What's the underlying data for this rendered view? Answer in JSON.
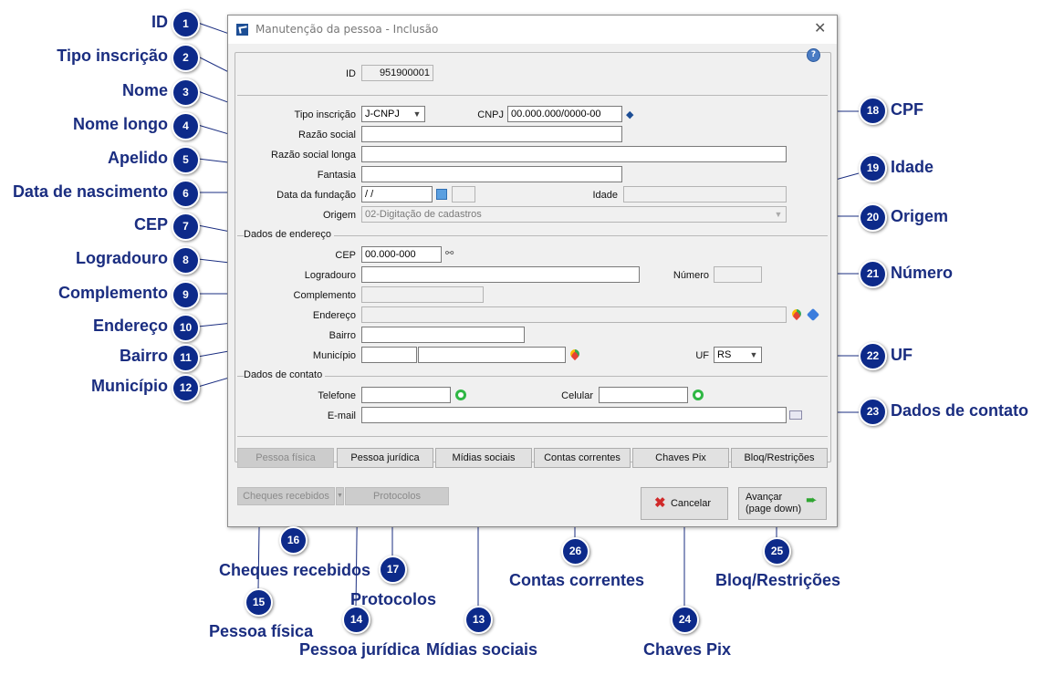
{
  "window": {
    "title": "Manutenção da pessoa - Inclusão",
    "close": "✕",
    "help": "?"
  },
  "form": {
    "id": {
      "label": "ID",
      "value": "951900001"
    },
    "tipo": {
      "label": "Tipo inscrição",
      "value": "J-CNPJ"
    },
    "cnpj": {
      "label": "CNPJ",
      "value": "00.000.000/0000-00"
    },
    "razao": {
      "label": "Razão social",
      "value": ""
    },
    "razao_longa": {
      "label": "Razão social longa",
      "value": ""
    },
    "fantasia": {
      "label": "Fantasia",
      "value": ""
    },
    "data_fundacao": {
      "label": "Data da fundação",
      "value": " / /"
    },
    "idade": {
      "label": "Idade",
      "value": ""
    },
    "origem": {
      "label": "Origem",
      "value": "02-Digitação de cadastros"
    },
    "group_endereco": "Dados de endereço",
    "cep": {
      "label": "CEP",
      "value": "00.000-000"
    },
    "logradouro": {
      "label": "Logradouro",
      "value": ""
    },
    "numero": {
      "label": "Número",
      "value": ""
    },
    "complemento": {
      "label": "Complemento",
      "value": ""
    },
    "endereco": {
      "label": "Endereço",
      "value": ""
    },
    "bairro": {
      "label": "Bairro",
      "value": ""
    },
    "municipio": {
      "label": "Município",
      "value": ""
    },
    "uf": {
      "label": "UF",
      "value": "RS"
    },
    "group_contato": "Dados de contato",
    "telefone": {
      "label": "Telefone",
      "value": ""
    },
    "celular": {
      "label": "Celular",
      "value": ""
    },
    "email": {
      "label": "E-mail",
      "value": ""
    }
  },
  "tabs": [
    "Pessoa física",
    "Pessoa jurídica",
    "Mídias sociais",
    "Contas correntes",
    "Chaves Pix",
    "Bloq/Restrições"
  ],
  "bottom": {
    "cheques": "Cheques recebidos",
    "protocolos": "Protocolos",
    "cancelar": "Cancelar",
    "avancar_1": "Avançar",
    "avancar_2": "(page down)"
  },
  "annotations": {
    "a1": {
      "n": "1",
      "text": "ID"
    },
    "a2": {
      "n": "2",
      "text": "Tipo inscrição"
    },
    "a3": {
      "n": "3",
      "text": "Nome"
    },
    "a4": {
      "n": "4",
      "text": "Nome longo"
    },
    "a5": {
      "n": "5",
      "text": "Apelido"
    },
    "a6": {
      "n": "6",
      "text": "Data de nascimento"
    },
    "a7": {
      "n": "7",
      "text": "CEP"
    },
    "a8": {
      "n": "8",
      "text": "Logradouro"
    },
    "a9": {
      "n": "9",
      "text": "Complemento"
    },
    "a10": {
      "n": "10",
      "text": "Endereço"
    },
    "a11": {
      "n": "11",
      "text": "Bairro"
    },
    "a12": {
      "n": "12",
      "text": "Município"
    },
    "a13": {
      "n": "13",
      "text": "Mídias sociais"
    },
    "a14": {
      "n": "14",
      "text": "Pessoa jurídica"
    },
    "a15": {
      "n": "15",
      "text": "Pessoa física"
    },
    "a16": {
      "n": "16",
      "text": "Cheques recebidos"
    },
    "a17": {
      "n": "17",
      "text": "Protocolos"
    },
    "a18": {
      "n": "18",
      "text": "CPF"
    },
    "a19": {
      "n": "19",
      "text": "Idade"
    },
    "a20": {
      "n": "20",
      "text": "Origem"
    },
    "a21": {
      "n": "21",
      "text": "Número"
    },
    "a22": {
      "n": "22",
      "text": "UF"
    },
    "a23": {
      "n": "23",
      "text": "Dados de contato"
    },
    "a24": {
      "n": "24",
      "text": "Chaves Pix"
    },
    "a25": {
      "n": "25",
      "text": "Bloq/Restrições"
    },
    "a26": {
      "n": "26",
      "text": "Contas correntes"
    }
  },
  "colors": {
    "annotation": "#1a2d80",
    "badge": "#0d2a8a",
    "window_bg": "#f0f0f0"
  }
}
